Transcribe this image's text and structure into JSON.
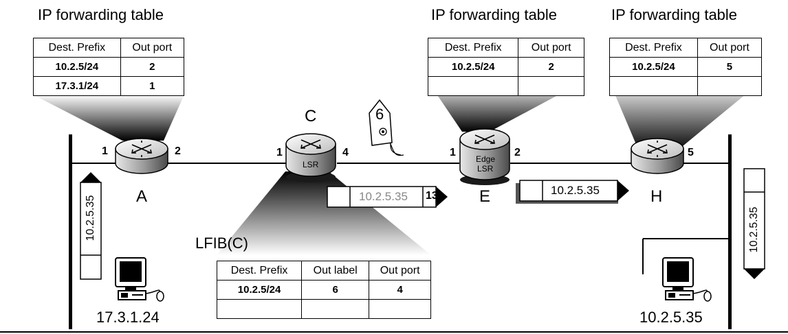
{
  "tables": {
    "a": {
      "title": "IP forwarding table",
      "headers": [
        "Dest. Prefix",
        "Out port"
      ],
      "rows": [
        [
          "10.2.5/24",
          "2"
        ],
        [
          "17.3.1/24",
          "1"
        ]
      ]
    },
    "e": {
      "title": "IP forwarding table",
      "headers": [
        "Dest. Prefix",
        "Out port"
      ],
      "rows": [
        [
          "10.2.5/24",
          "2"
        ],
        [
          "",
          ""
        ]
      ]
    },
    "h": {
      "title": "IP forwarding table",
      "headers": [
        "Dest. Prefix",
        "Out port"
      ],
      "rows": [
        [
          "10.2.5/24",
          "5"
        ],
        [
          "",
          ""
        ]
      ]
    },
    "lfib": {
      "title": "LFIB(C)",
      "headers": [
        "Dest. Prefix",
        "Out label",
        "Out port"
      ],
      "rows": [
        [
          "10.2.5/24",
          "6",
          "4"
        ],
        [
          "",
          "",
          ""
        ]
      ]
    }
  },
  "routers": {
    "a": {
      "name": "A",
      "left_port": "1",
      "right_port": "2"
    },
    "c": {
      "name": "C",
      "inner": "LSR",
      "left_port": "1",
      "right_port": "4"
    },
    "e": {
      "name": "E",
      "inner_line1": "Edge",
      "inner_line2": "LSR",
      "left_port": "1",
      "right_port": "2"
    },
    "h": {
      "name": "H",
      "right_port": "5"
    }
  },
  "label_tag": "6",
  "packets": {
    "c_to_e": {
      "ip": "10.2.5.35",
      "label": "13"
    },
    "e_to_h": {
      "ip": "10.2.5.35"
    },
    "host_a_up": {
      "ip": "10.2.5.35"
    },
    "host_h_down": {
      "ip": "10.2.5.35"
    }
  },
  "hosts": {
    "left": {
      "ip": "17.3.1.24"
    },
    "right": {
      "ip": "10.2.5.35"
    }
  },
  "colors": {
    "line": "#000000",
    "router_dark": "#6e6e6e",
    "router_light": "#f2f2f2",
    "shadow": "#1a1a1a",
    "faded_text": "#888888"
  }
}
